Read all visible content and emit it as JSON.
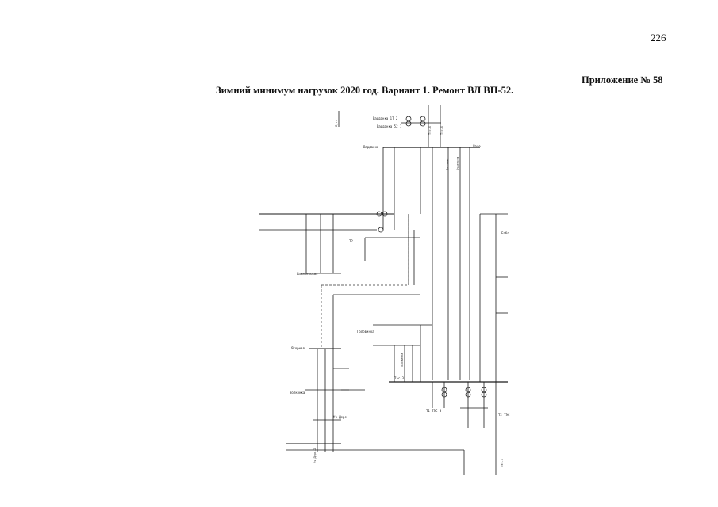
{
  "header": {
    "page_number": "226",
    "appendix": "Приложение № 58",
    "title": "Зимний минимум нагрузок 2020 год. Вариант 1. Ремонт ВЛ ВП-52."
  },
  "scheme": {
    "labels": {
      "vardanka_1": "Варданка_1Т_2",
      "vardanka_2": "Варданка_52_1",
      "vardanka": "Варданка",
      "shakhe": "Шахе",
      "babi": "Бабл",
      "yakornaya": "Якорная",
      "lazarevskaya": "Лазаревская",
      "golovinka": "Головинка",
      "volkonka": "Волконка",
      "uch_dere": "Уч-Дере",
      "tps3": "Тэс-3",
      "tps3_b": "Тэс-3",
      "tps4": "Тэс-4",
      "tps4_b": "Тэс-4",
      "t2": "Т2",
      "t1_tex": "Т1 ТЭС 3",
      "tk_t2": "Т2 ТЭС",
      "uchdere_sub": "Уч-Дере-2",
      "lutsh": "Лутч",
      "goloven": "Головинка",
      "dagomys": "Дагомыс",
      "kudepsta": "Кудепста"
    }
  },
  "colors": {
    "line": "#1a1a1a",
    "dashed": "#333333",
    "paper": "#ffffff"
  }
}
